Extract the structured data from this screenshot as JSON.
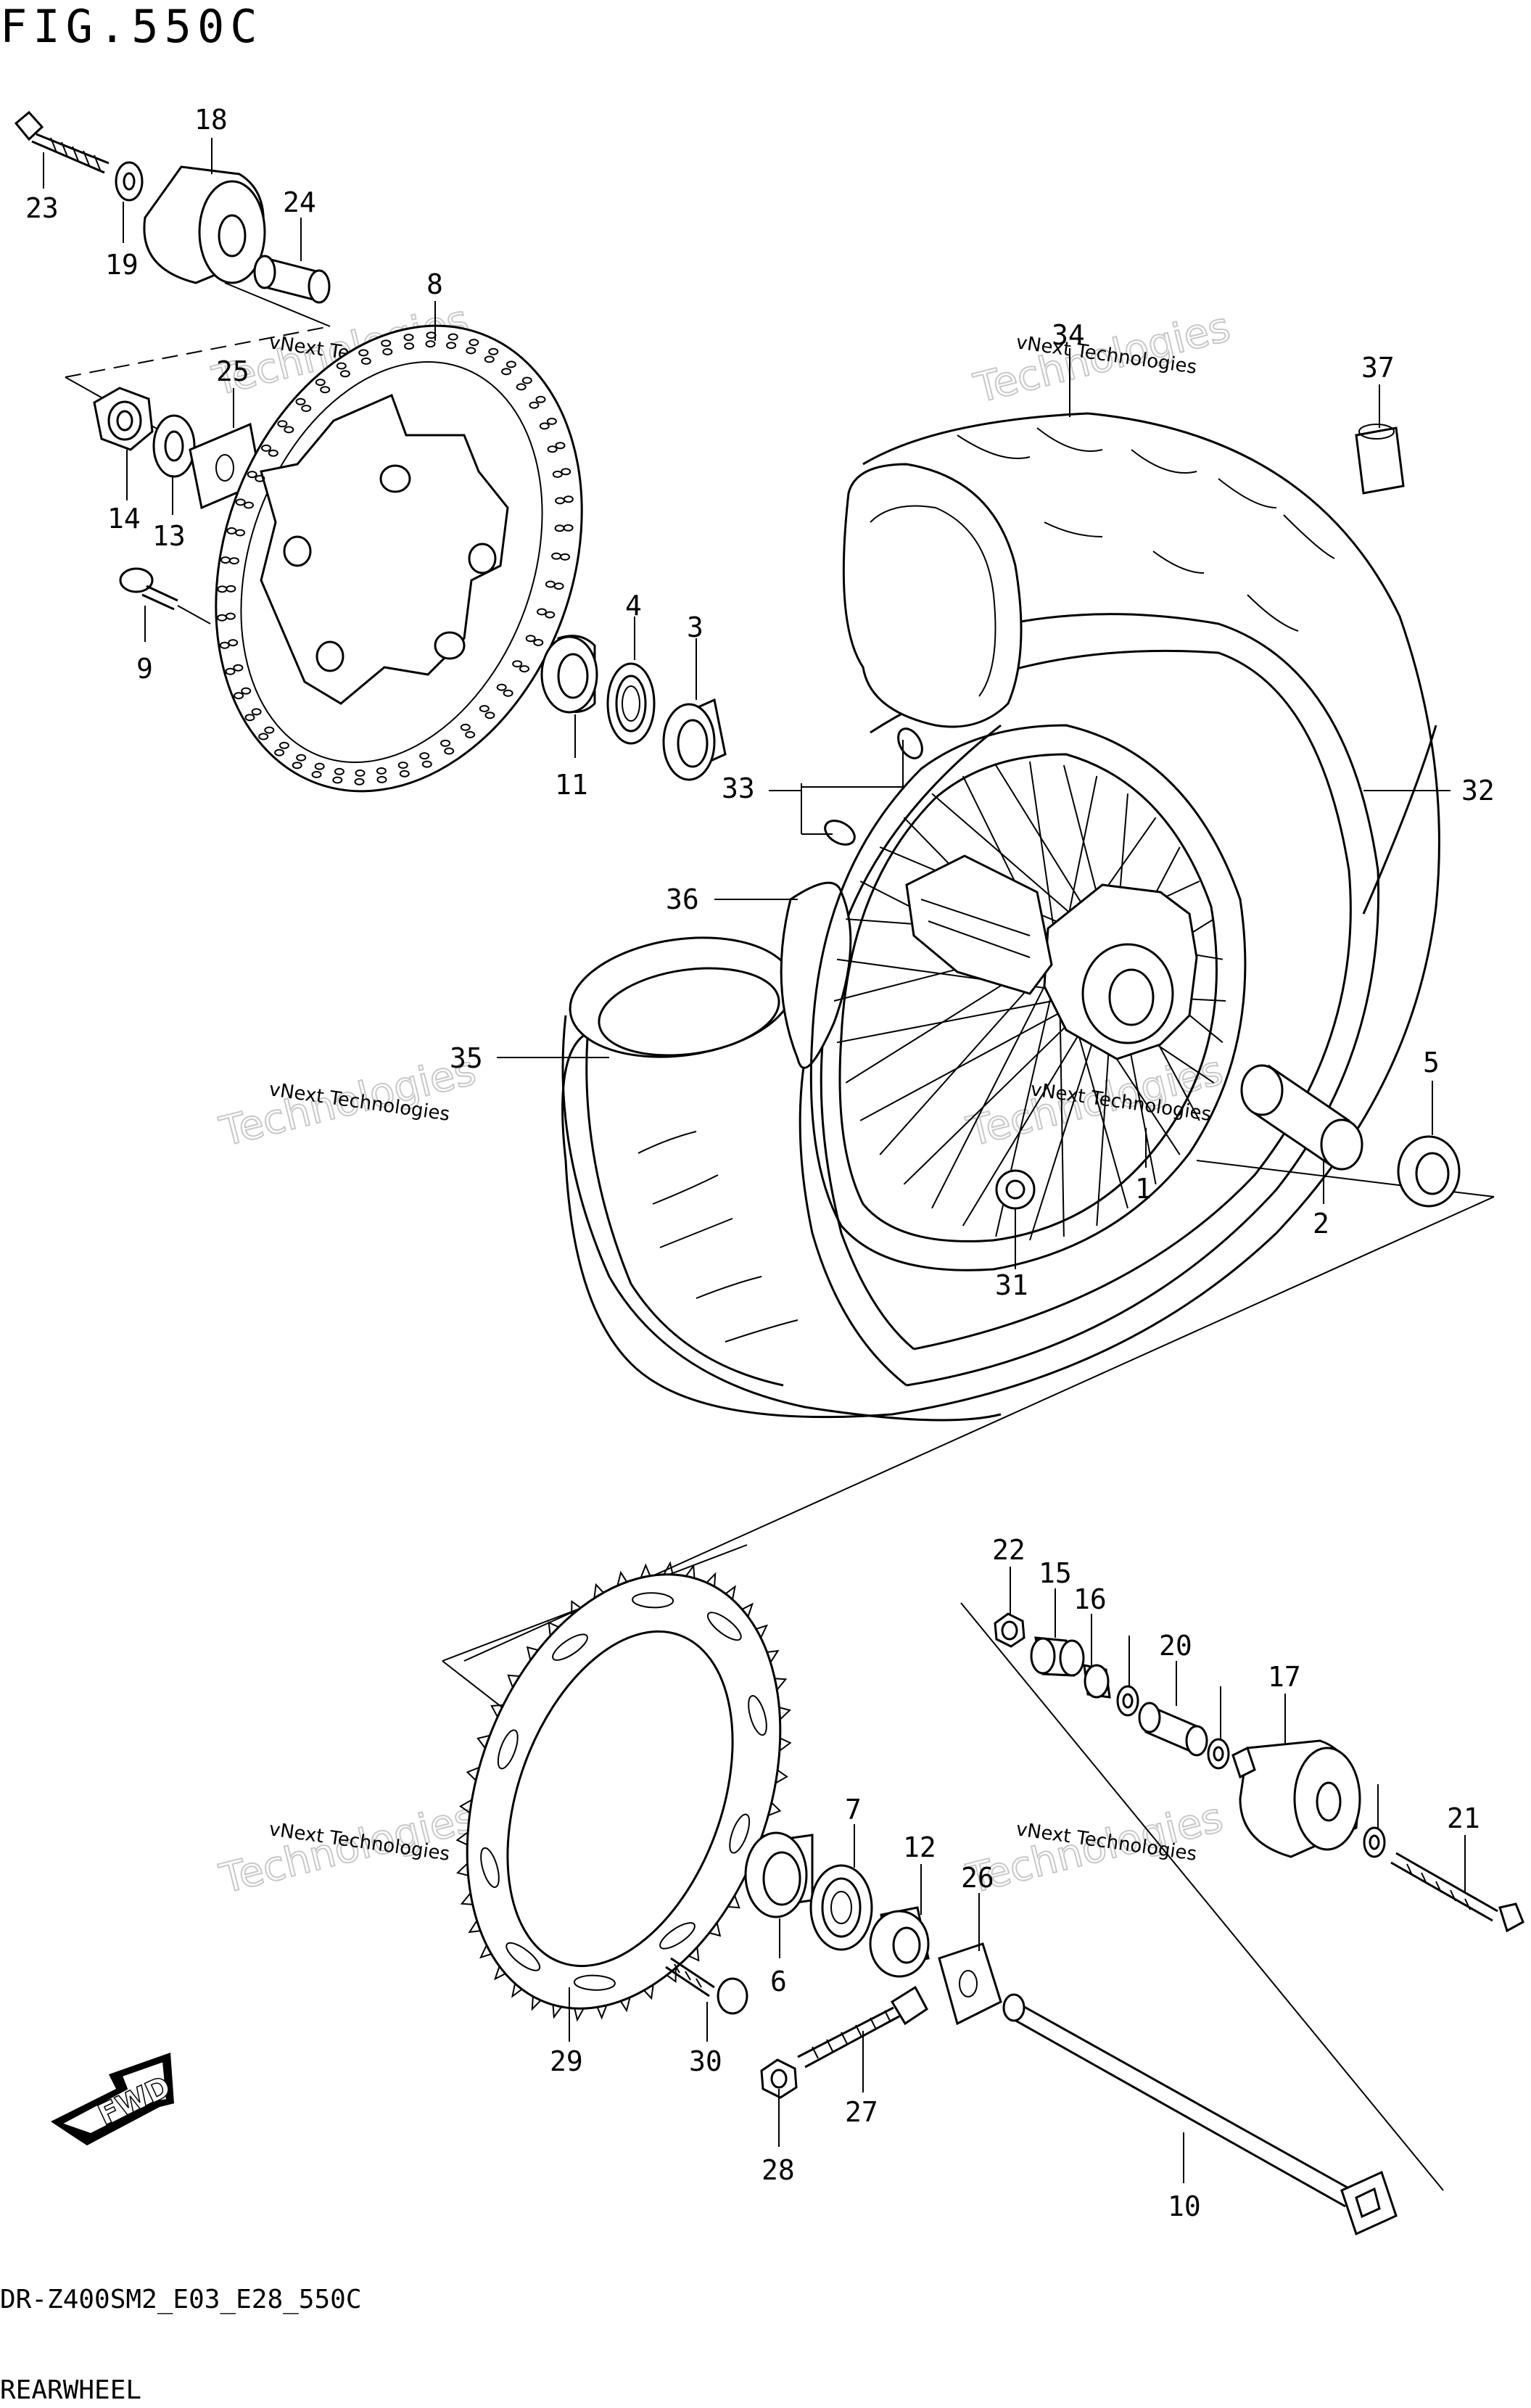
{
  "header": {
    "title": "FIG.550C"
  },
  "footer": {
    "model_code": "DR-Z400SM2_E03_E28_550C",
    "diagram_name": "REARWHEEL"
  },
  "watermark": {
    "line1": "vNext Technologies",
    "line2": "Technologies"
  },
  "fwd_label": "FWD",
  "callouts": [
    "1",
    "2",
    "3",
    "4",
    "5",
    "6",
    "7",
    "8",
    "9",
    "10",
    "11",
    "12",
    "13",
    "14",
    "15",
    "16",
    "17",
    "18",
    "19",
    "20",
    "21",
    "22",
    "23",
    "24",
    "25",
    "26",
    "27",
    "28",
    "29",
    "30",
    "31",
    "32",
    "33",
    "34",
    "35",
    "36",
    "37"
  ]
}
